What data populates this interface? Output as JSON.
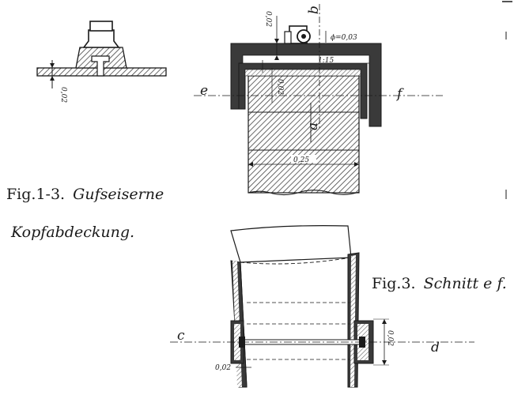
{
  "plate": {
    "figure_title_line1_prefix": "Fig.1-3.",
    "figure_title_line1_text": "Gufseiserne",
    "figure_title_line2": "Kopfabdeckung.",
    "fig3_prefix": "Fig.3.",
    "fig3_text": "Schnitt e f."
  },
  "fig1": {
    "dim_label": "0,02"
  },
  "fig2": {
    "dim_top": "0,02",
    "diameter_label": "ϕ=0,03",
    "slope_label": "1:15",
    "dim_inner": "0,02",
    "dim_width": "0,25",
    "letter_b": "b",
    "letter_a": "a",
    "letter_e": "e",
    "letter_f": "f"
  },
  "fig3": {
    "dim_right": "0,02",
    "dim_bottom": "0,02",
    "letter_c": "c",
    "letter_d": "d"
  },
  "colors": {
    "ink": "#1a1a1a",
    "paper": "#ffffff",
    "hatch": "#555555",
    "solid_section": "#3a3a3a"
  }
}
